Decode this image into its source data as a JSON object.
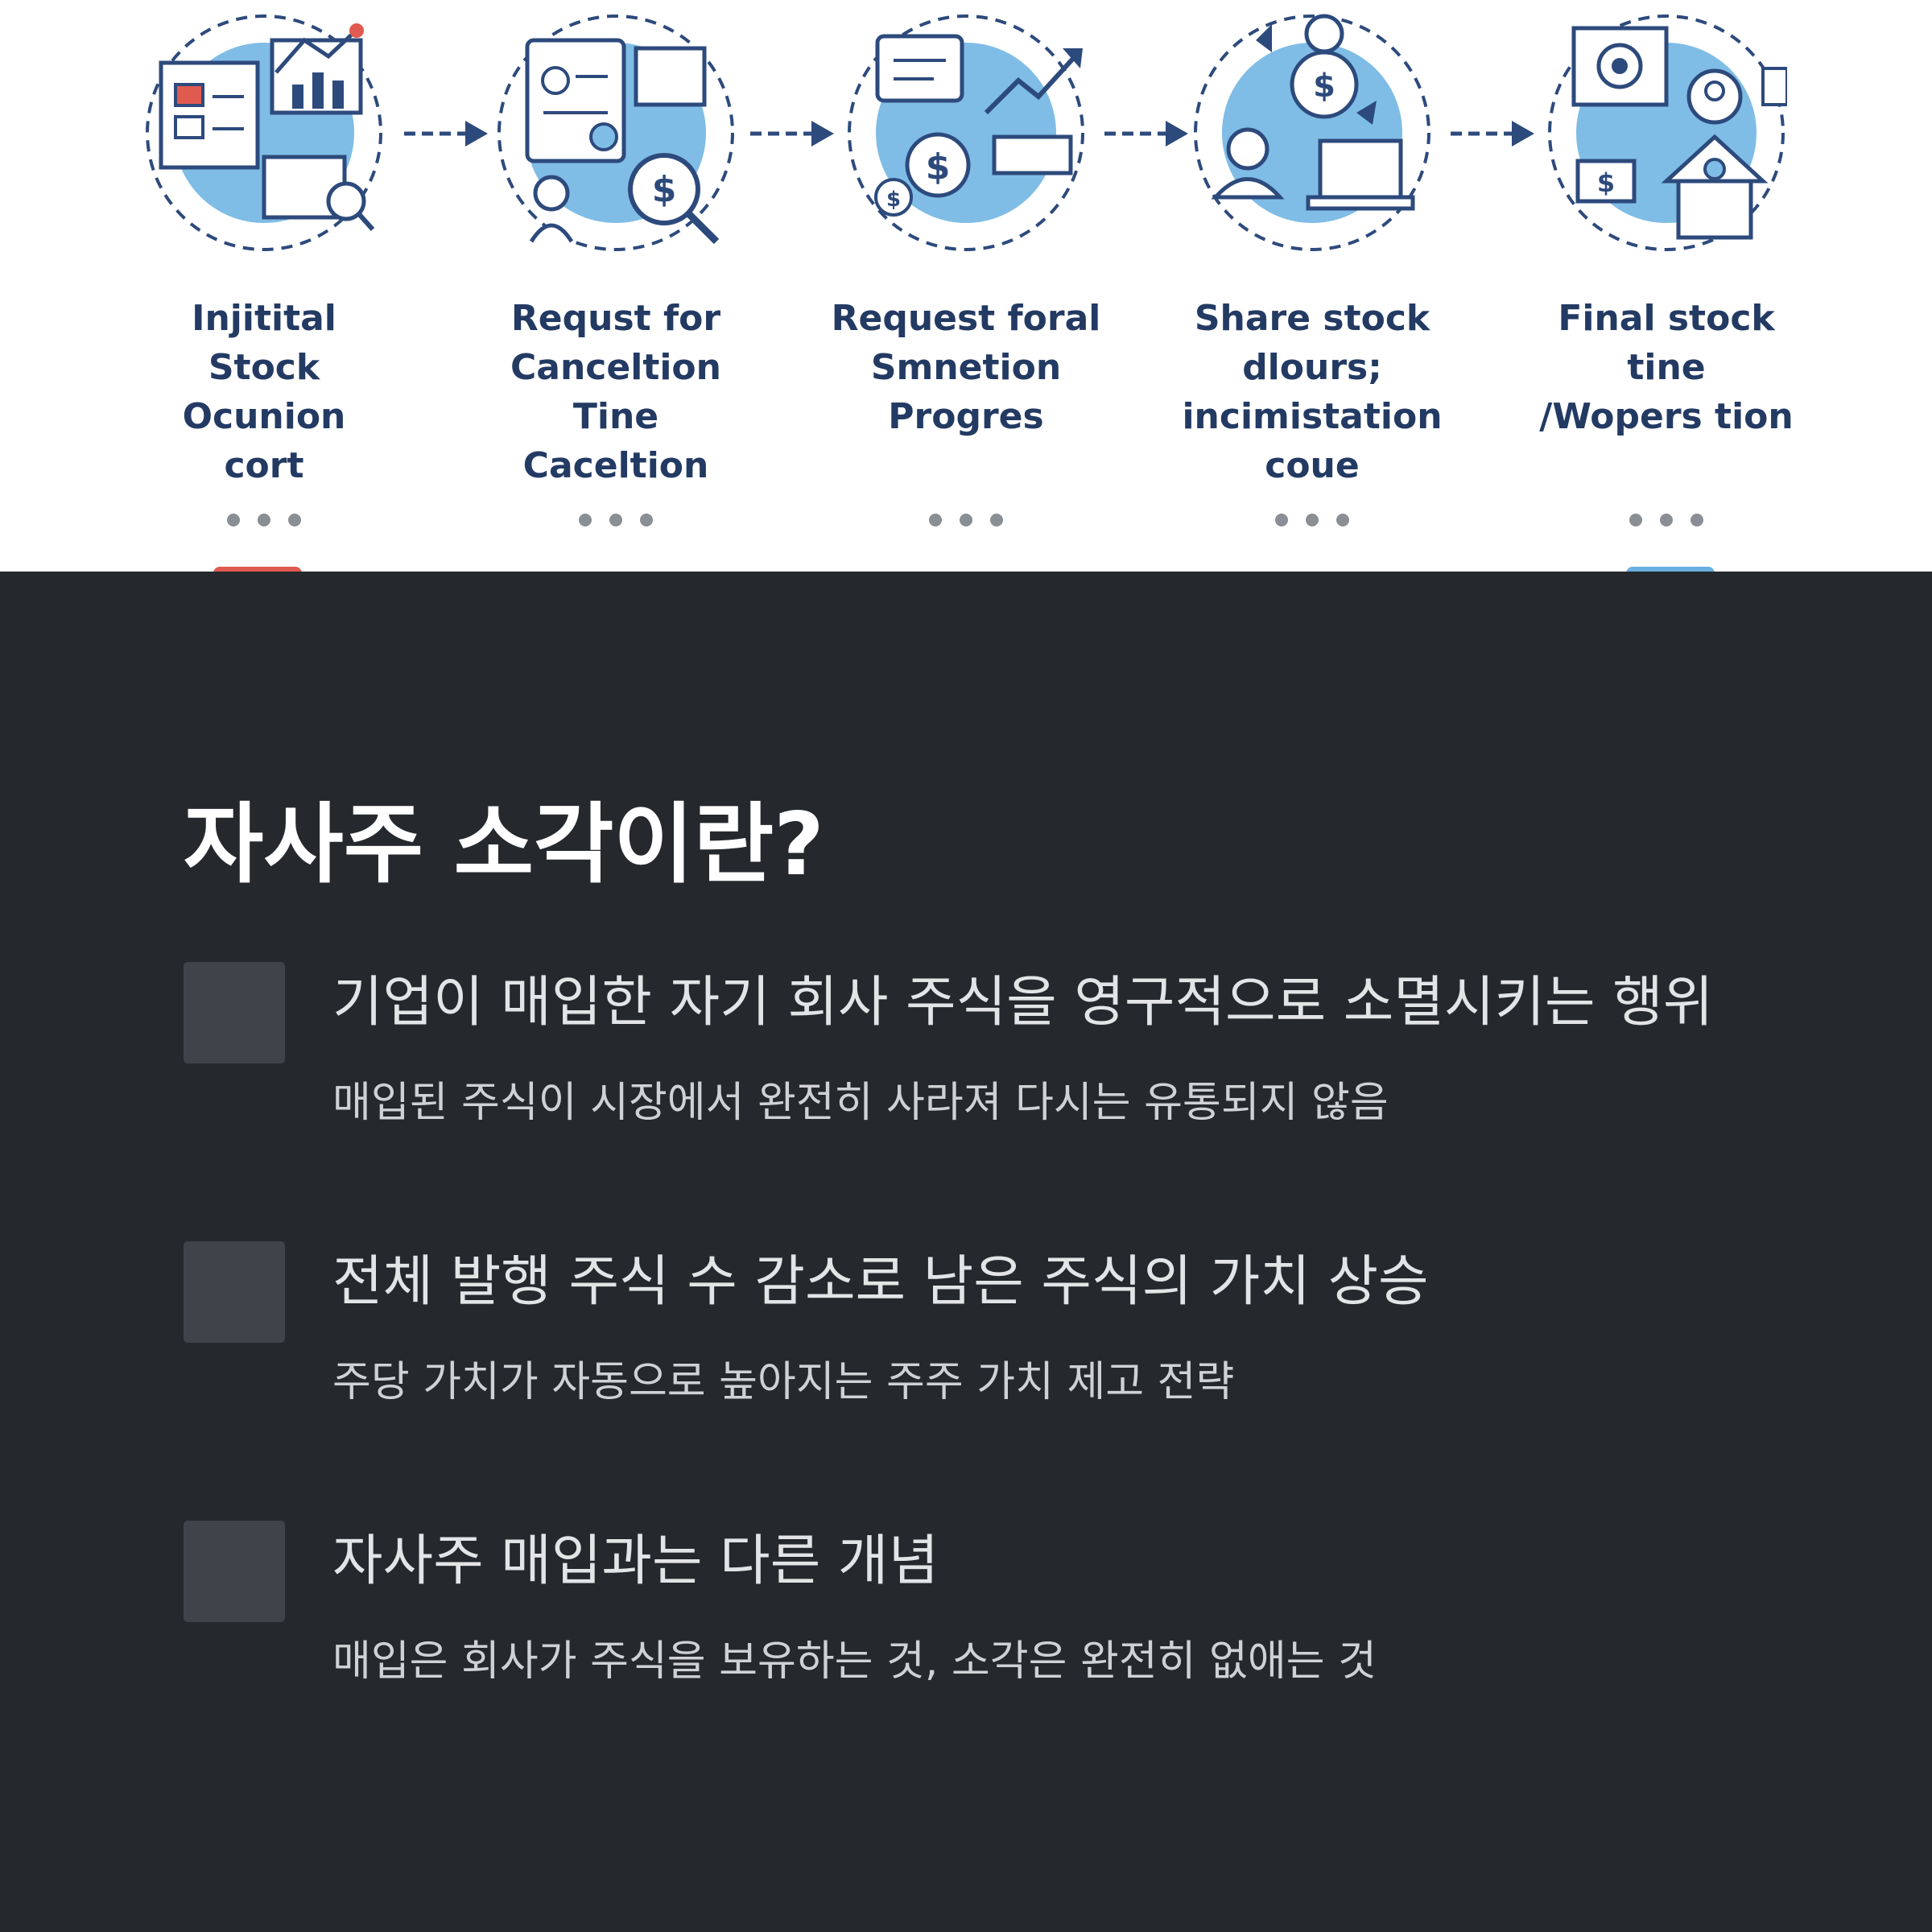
{
  "colors": {
    "illustration_fill": "#7fbde6",
    "illustration_stroke": "#2d4a7c",
    "accent_red": "#e05a4f",
    "accent_blue": "#6aaee0",
    "dark_background": "#25282d",
    "checkbox": "#40434a"
  },
  "process": {
    "steps": [
      {
        "label": "Injitital\nStock\nOcunion\ncort",
        "icon": "documents-chart-icon"
      },
      {
        "label": "Requst for\nCanceltion\nTine\nCaceltion",
        "icon": "document-magnifier-dollar-icon"
      },
      {
        "label": "Request foral\nSmnetion\nProgres",
        "icon": "chat-trend-dollar-icon"
      },
      {
        "label": "Share stock\ndlours;\nincimistation\ncoue",
        "icon": "cycle-people-laptop-icon"
      },
      {
        "label": "Final stock\ntine\n/Wopers tion",
        "icon": "gear-house-avatar-icon"
      }
    ]
  },
  "section": {
    "title": "자사주 소각이란?",
    "items": [
      {
        "heading": "기업이 매입한 자기 회사 주식을 영구적으로 소멸시키는 행위",
        "description": "매입된 주식이 시장에서 완전히 사라져 다시는 유통되지 않음"
      },
      {
        "heading": "전체 발행 주식 수 감소로 남은 주식의 가치 상승",
        "description": "주당 가치가 자동으로 높아지는 주주 가치 제고 전략"
      },
      {
        "heading": "자사주 매입과는 다른 개념",
        "description": "매입은 회사가 주식을 보유하는 것, 소각은 완전히 없애는 것"
      }
    ]
  }
}
